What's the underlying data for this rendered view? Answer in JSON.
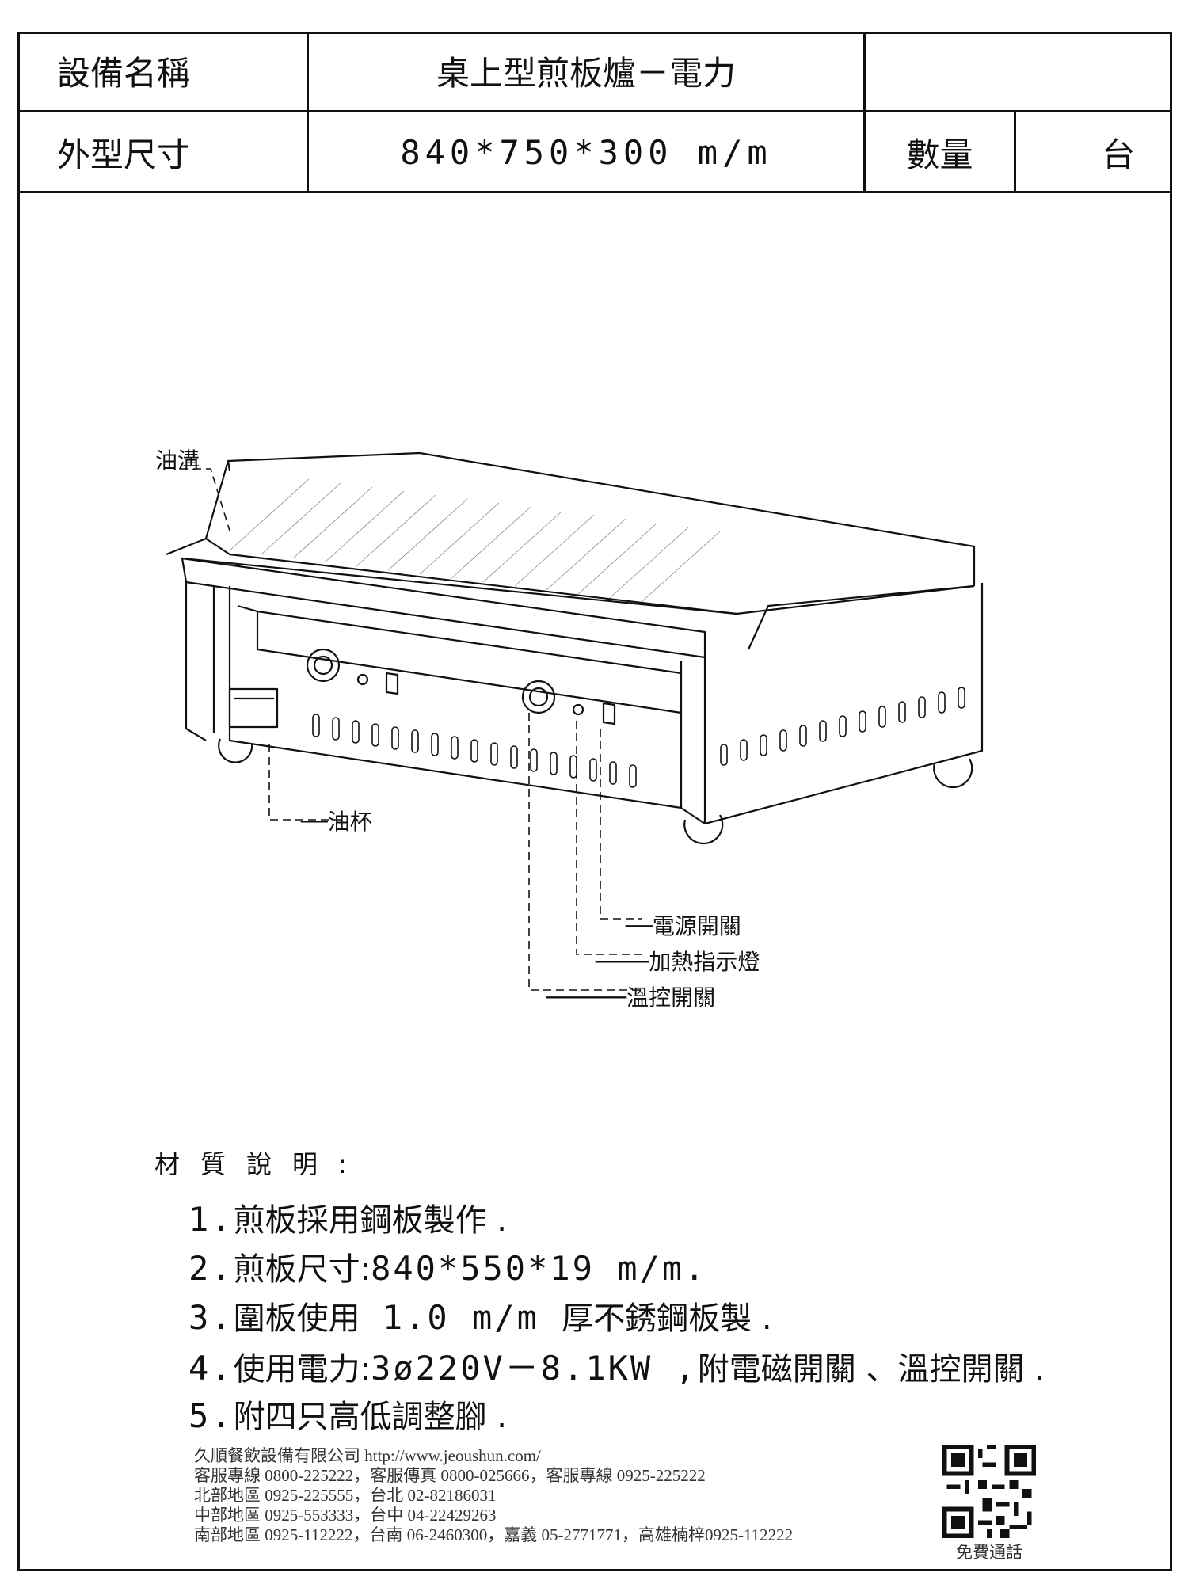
{
  "header": {
    "name_label": "設備名稱",
    "name_value": "桌上型煎板爐－電力",
    "size_label": "外型尺寸",
    "size_value": "840*750*300 m/m",
    "qty_label": "數量",
    "qty_value": "台"
  },
  "callouts": {
    "oil_channel": "油溝",
    "oil_cup": "──油杯",
    "power_switch": "──電源開關",
    "heat_indicator": "────加熱指示燈",
    "temp_switch": "──────溫控開關"
  },
  "materials": {
    "title": "材質說明:",
    "items": [
      {
        "num": "1.",
        "text_a": "煎板採用鋼板製作 .",
        "text_b": "",
        "text_c": ""
      },
      {
        "num": "2.",
        "text_a": "煎板尺寸:",
        "text_b": "840*550*19 m/m.",
        "text_c": ""
      },
      {
        "num": "3.",
        "text_a": "圍板使用",
        "text_b": " 1.0 m/m ",
        "text_c": "厚不銹鋼板製 ."
      },
      {
        "num": "4.",
        "text_a": "使用電力:",
        "text_b": "3ø220V－8.1KW ,",
        "text_c": "附電磁開關 、溫控開關 ."
      },
      {
        "num": "5.",
        "text_a": "附四只高低調整腳 .",
        "text_b": "",
        "text_c": ""
      }
    ]
  },
  "footer": {
    "company": "久順餐飲設備有限公司 http://www.jeoushun.com/",
    "line2": "客服專線 0800-225222，客服傳真 0800-025666，客服專線 0925-225222",
    "line3": "北部地區 0925-225555，台北 02-82186031",
    "line4": "中部地區 0925-553333，台中 04-22429263",
    "line5": "南部地區 0925-112222，台南 06-2460300，嘉義 05-2771771，高雄楠梓0925-112222",
    "qr_caption": "免費通話"
  }
}
